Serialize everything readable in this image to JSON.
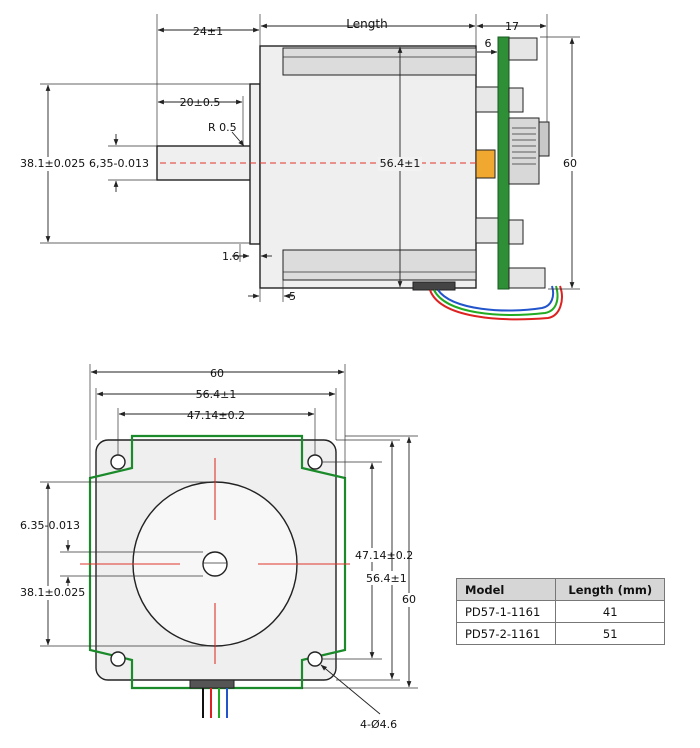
{
  "side_view": {
    "dim_shaft_total": "24±1",
    "dim_length": "Length",
    "dim_board_depth": "17",
    "dim_board_offset": "6",
    "dim_shaft_flat": "20±0.5",
    "dim_radius": "R 0.5",
    "dim_boss_dia": "38.1±0.025",
    "dim_shaft_dia": "6,35-0.013",
    "dim_body_square": "56.4±1",
    "dim_height": "60",
    "dim_flange": "1.6",
    "dim_step": "5"
  },
  "front_view": {
    "dim_width_outer": "60",
    "dim_width_body": "56.4±1",
    "dim_hole_pitch_h": "47.14±0.2",
    "dim_shaft_dia": "6.35-0.013",
    "dim_boss_dia": "38.1±0.025",
    "dim_hole_pitch_v": "47.14±0.2",
    "dim_body_v": "56.4±1",
    "dim_height_v": "60",
    "dim_mount_holes": "4-Ø4.6"
  },
  "model_table": {
    "headers": [
      "Model",
      "Length (mm)"
    ],
    "rows": [
      {
        "model": "PD57-1-1161",
        "length": "41"
      },
      {
        "model": "PD57-2-1161",
        "length": "51"
      }
    ]
  },
  "colors": {
    "pcb_green": "#1a8a2a",
    "centerline_red": "#e0342b",
    "connector_orange": "#f0a830",
    "wire_red": "#d22",
    "wire_green": "#2a2",
    "wire_blue": "#25c"
  }
}
